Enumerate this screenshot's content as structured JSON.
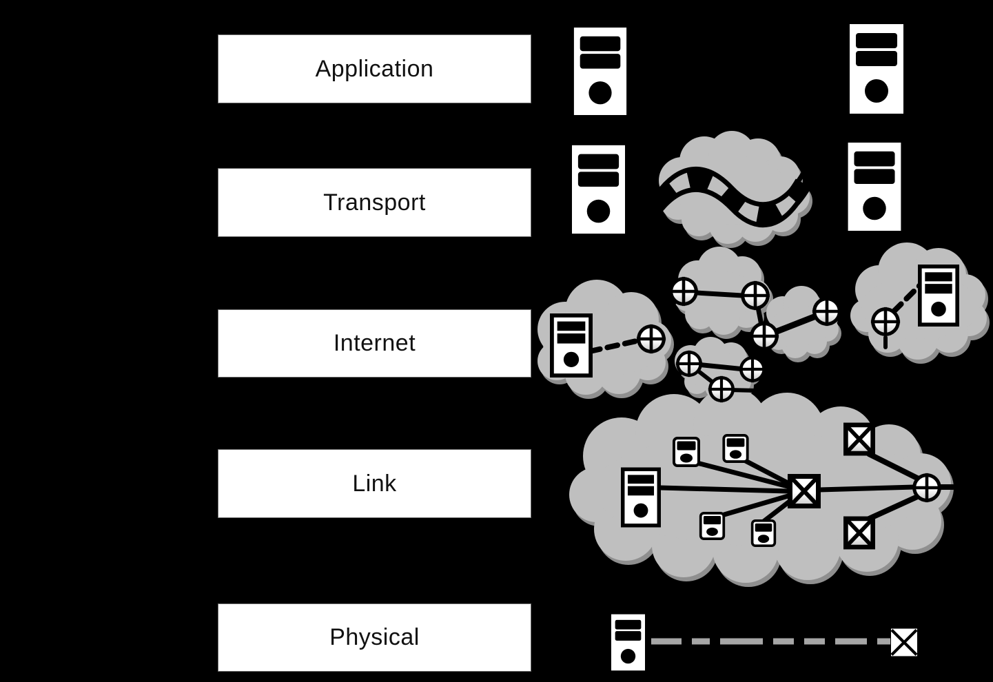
{
  "diagram": {
    "layers": [
      {
        "label": "Application",
        "icons": [
          "computer-icon",
          "computer-icon"
        ]
      },
      {
        "label": "Transport",
        "icons": [
          "computer-icon",
          "cloud-icon",
          "pipe-icon",
          "computer-icon"
        ]
      },
      {
        "label": "Internet",
        "icons": [
          "computer-icon",
          "cloud-icon",
          "router-icon",
          "cloud-icon",
          "router-icon",
          "router-icon",
          "router-icon",
          "cloud-icon",
          "router-icon",
          "cloud-icon",
          "router-icon",
          "router-icon",
          "router-icon",
          "cloud-icon",
          "router-icon",
          "computer-icon"
        ]
      },
      {
        "label": "Link",
        "icons": [
          "cloud-icon",
          "computer-icon",
          "host-icon",
          "host-icon",
          "host-icon",
          "host-icon",
          "switch-icon",
          "switch-icon",
          "switch-icon",
          "router-icon"
        ]
      },
      {
        "label": "Physical",
        "icons": [
          "computer-icon",
          "dashed-cable-icon",
          "switch-icon"
        ]
      }
    ],
    "colors": {
      "background": "#000000",
      "box_fill": "#ffffff",
      "box_text": "#111111",
      "cloud": "#bfbfbf",
      "cloud_shadow": "#8f8f8f",
      "line": "#000000",
      "physical_cable": "#a6a6a6"
    }
  }
}
